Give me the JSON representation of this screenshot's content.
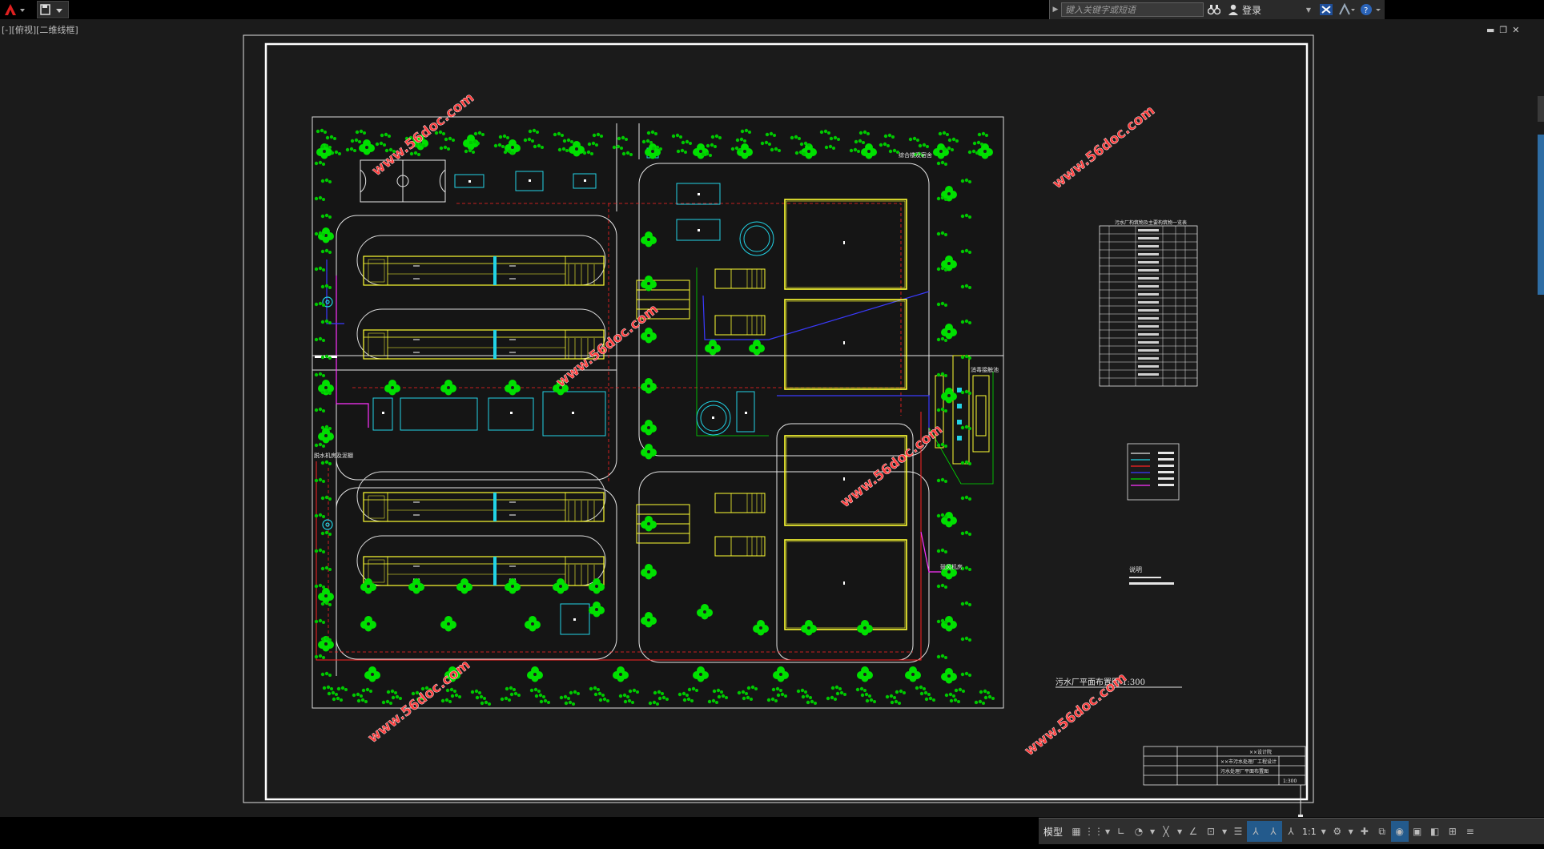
{
  "app": {
    "search_placeholder": "键入关键字或短语",
    "login_label": "登录",
    "viewport_label": "[-][俯视][二维线框]"
  },
  "drawing": {
    "plan_title": "污水厂平面布置图 1:300",
    "note_title": "说明",
    "watermark": "www.56doc.com",
    "legend_table_title": "污水厂构筑物及主要构筑物一览表",
    "label_top": "综合楼及宿舍",
    "label_left": "脱水机房及泥棚",
    "label_right": "消毒接触池",
    "label_bottom": "鼓风机房",
    "title_block": {
      "company": "××设计院",
      "drawing_name": "污水处理厂平面布置图",
      "project": "××市污水处理厂工程设计",
      "scale": "1:300"
    }
  },
  "statusbar": {
    "model_label": "模型",
    "scale_label": "1:1"
  },
  "colors": {
    "background": "#1b1b1b",
    "frame": "#ffffff",
    "tree": "#00e000",
    "structure": "#ffff33",
    "pipe_red": "#ff2222",
    "pipe_blue": "#3a3aff",
    "pipe_magenta": "#ff33ff",
    "cyan": "#22d3e6",
    "watermark": "#ff3b3b"
  }
}
